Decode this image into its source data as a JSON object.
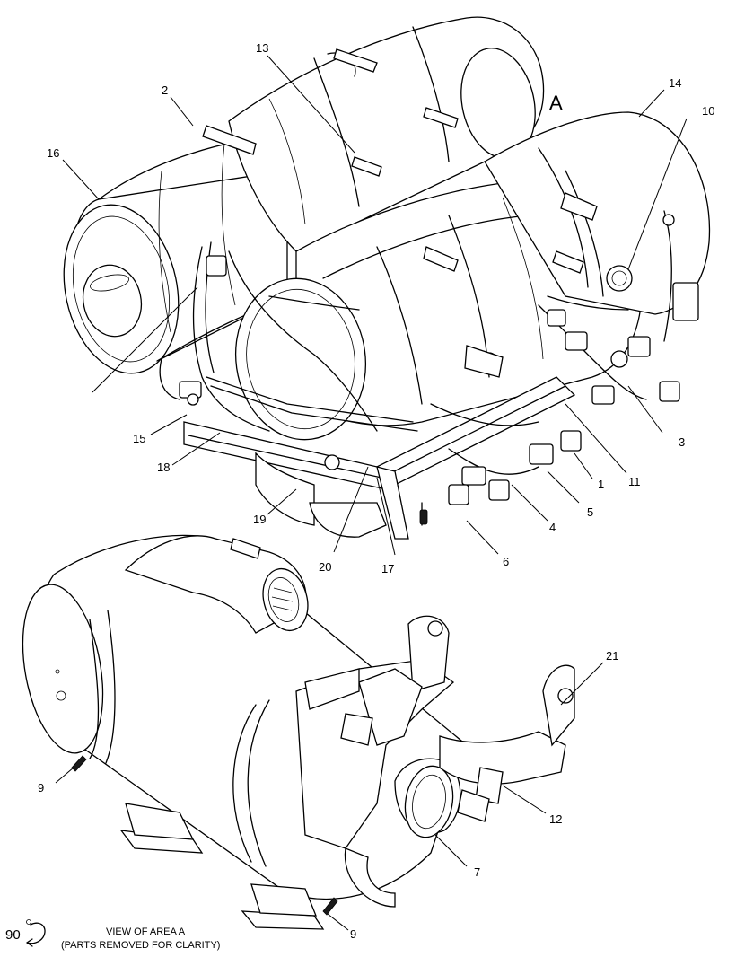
{
  "area_label": "A",
  "view_caption": {
    "line1": "VIEW OF AREA A",
    "line2": "(PARTS REMOVED FOR CLARITY)"
  },
  "rotation_label": "90",
  "callouts": {
    "c1": "1",
    "c2": "2",
    "c3": "3",
    "c4": "4",
    "c5": "5",
    "c6": "6",
    "c7": "7",
    "c9a": "9",
    "c9b": "9",
    "c10": "10",
    "c11": "11",
    "c12": "12",
    "c13": "13",
    "c14": "14",
    "c15": "15",
    "c16": "16",
    "c17": "17",
    "c18": "18",
    "c19": "19",
    "c20": "20",
    "c21": "21"
  }
}
